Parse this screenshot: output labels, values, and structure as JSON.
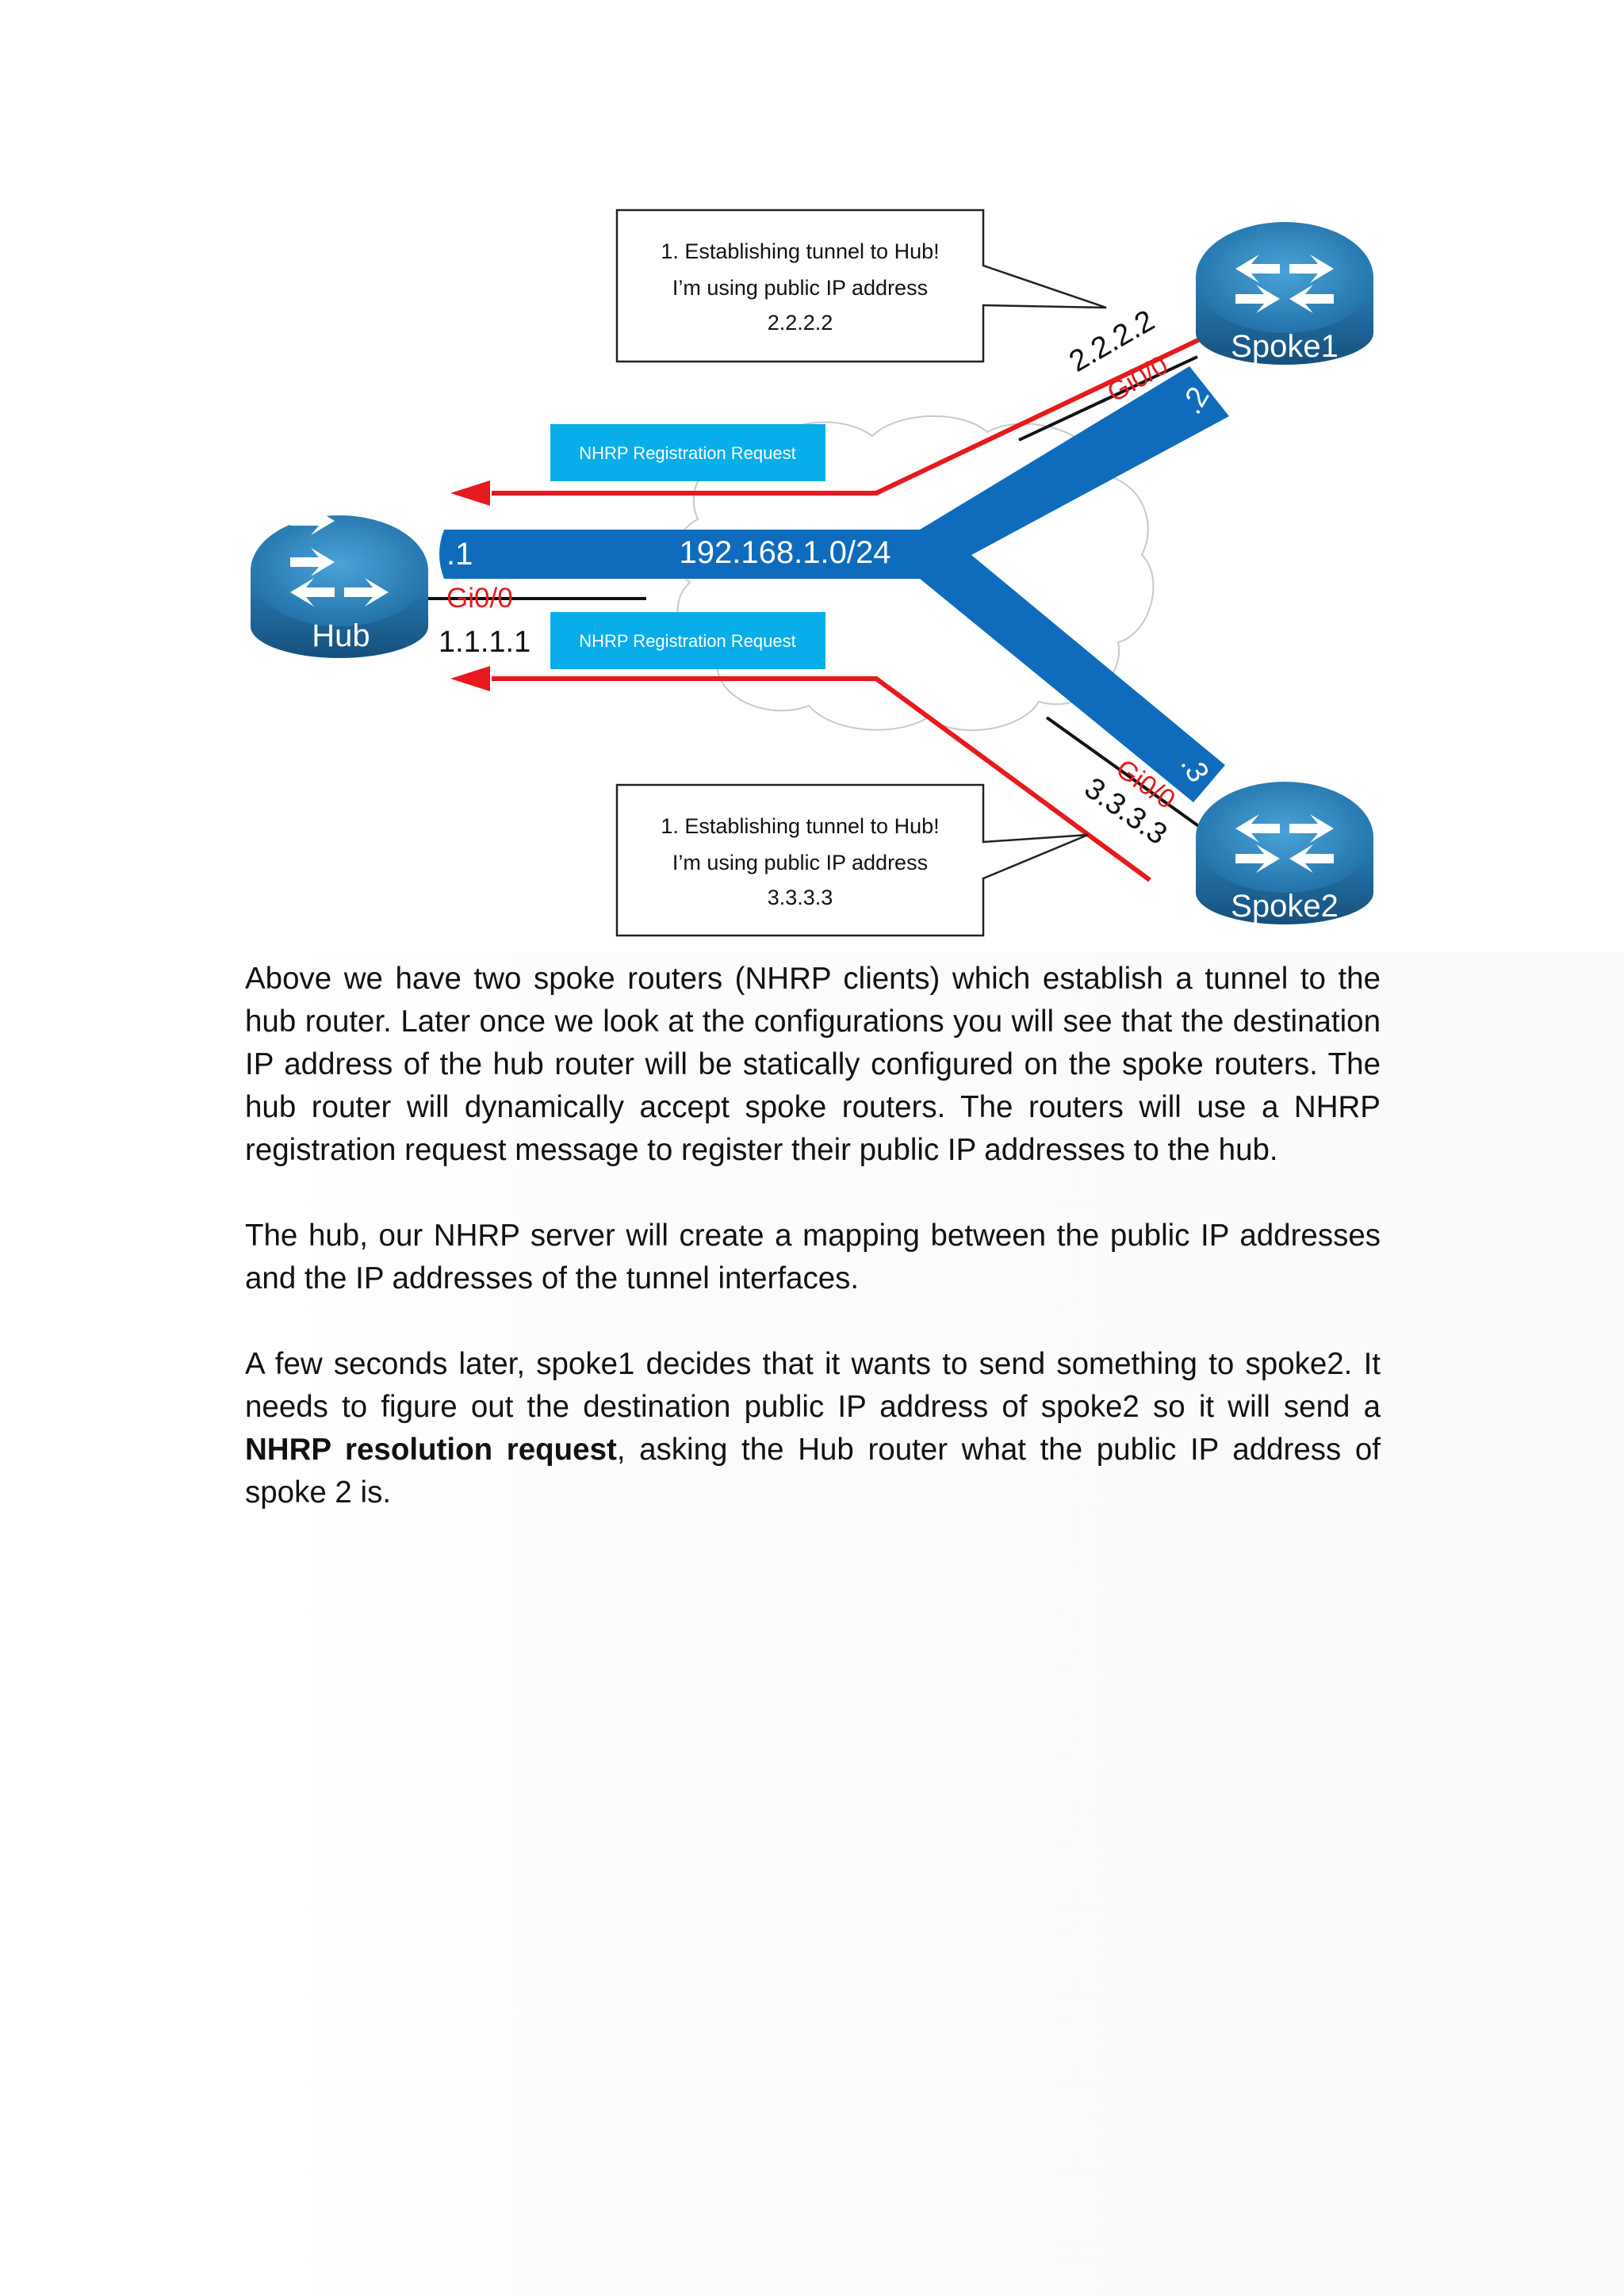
{
  "diagram": {
    "hub": {
      "name": "Hub",
      "interface": "Gi0/0",
      "public_ip": "1.1.1.1",
      "tunnel_host": ".1"
    },
    "spoke1": {
      "name": "Spoke1",
      "interface": "Gi0/0",
      "public_ip": "2.2.2.2",
      "tunnel_host": ".2"
    },
    "spoke2": {
      "name": "Spoke2",
      "interface": "Gi0/0",
      "public_ip": "3.3.3.3",
      "tunnel_host": ".3"
    },
    "subnet": "192.168.1.0/24",
    "messages": {
      "top": "NHRP Registration Request",
      "bottom": "NHRP Registration Request"
    },
    "callouts": {
      "spoke1": [
        "1. Establishing tunnel to Hub!",
        "I’m using public IP address",
        "2.2.2.2"
      ],
      "spoke2": [
        "1. Establishing tunnel to Hub!",
        "I’m using public IP address",
        "3.3.3.3"
      ]
    },
    "colors": {
      "tunnel": "#0f6cbd",
      "arrow": "#e8191c",
      "message_box": "#08aee9",
      "router": "#2f87c1"
    }
  },
  "body": {
    "p1": "Above we have two spoke routers (NHRP clients) which establish a tunnel to the hub router. Later once we look at the configurations you will see that the destination IP address of the hub router will be statically configured on the spoke routers. The hub router will dynamically accept spoke routers. The routers will use a NHRP registration request message to register their public IP addresses to the hub.",
    "p2": "The hub, our NHRP server will create a mapping between the public IP addresses and the IP addresses of the tunnel interfaces.",
    "p3_before": "A few seconds later, spoke1 decides that it wants to send something to spoke2. It needs to figure out the destination public IP address of spoke2 so it will send a ",
    "p3_bold": "NHRP resolution request",
    "p3_after": ", asking the Hub router what the public IP address of spoke 2 is."
  }
}
